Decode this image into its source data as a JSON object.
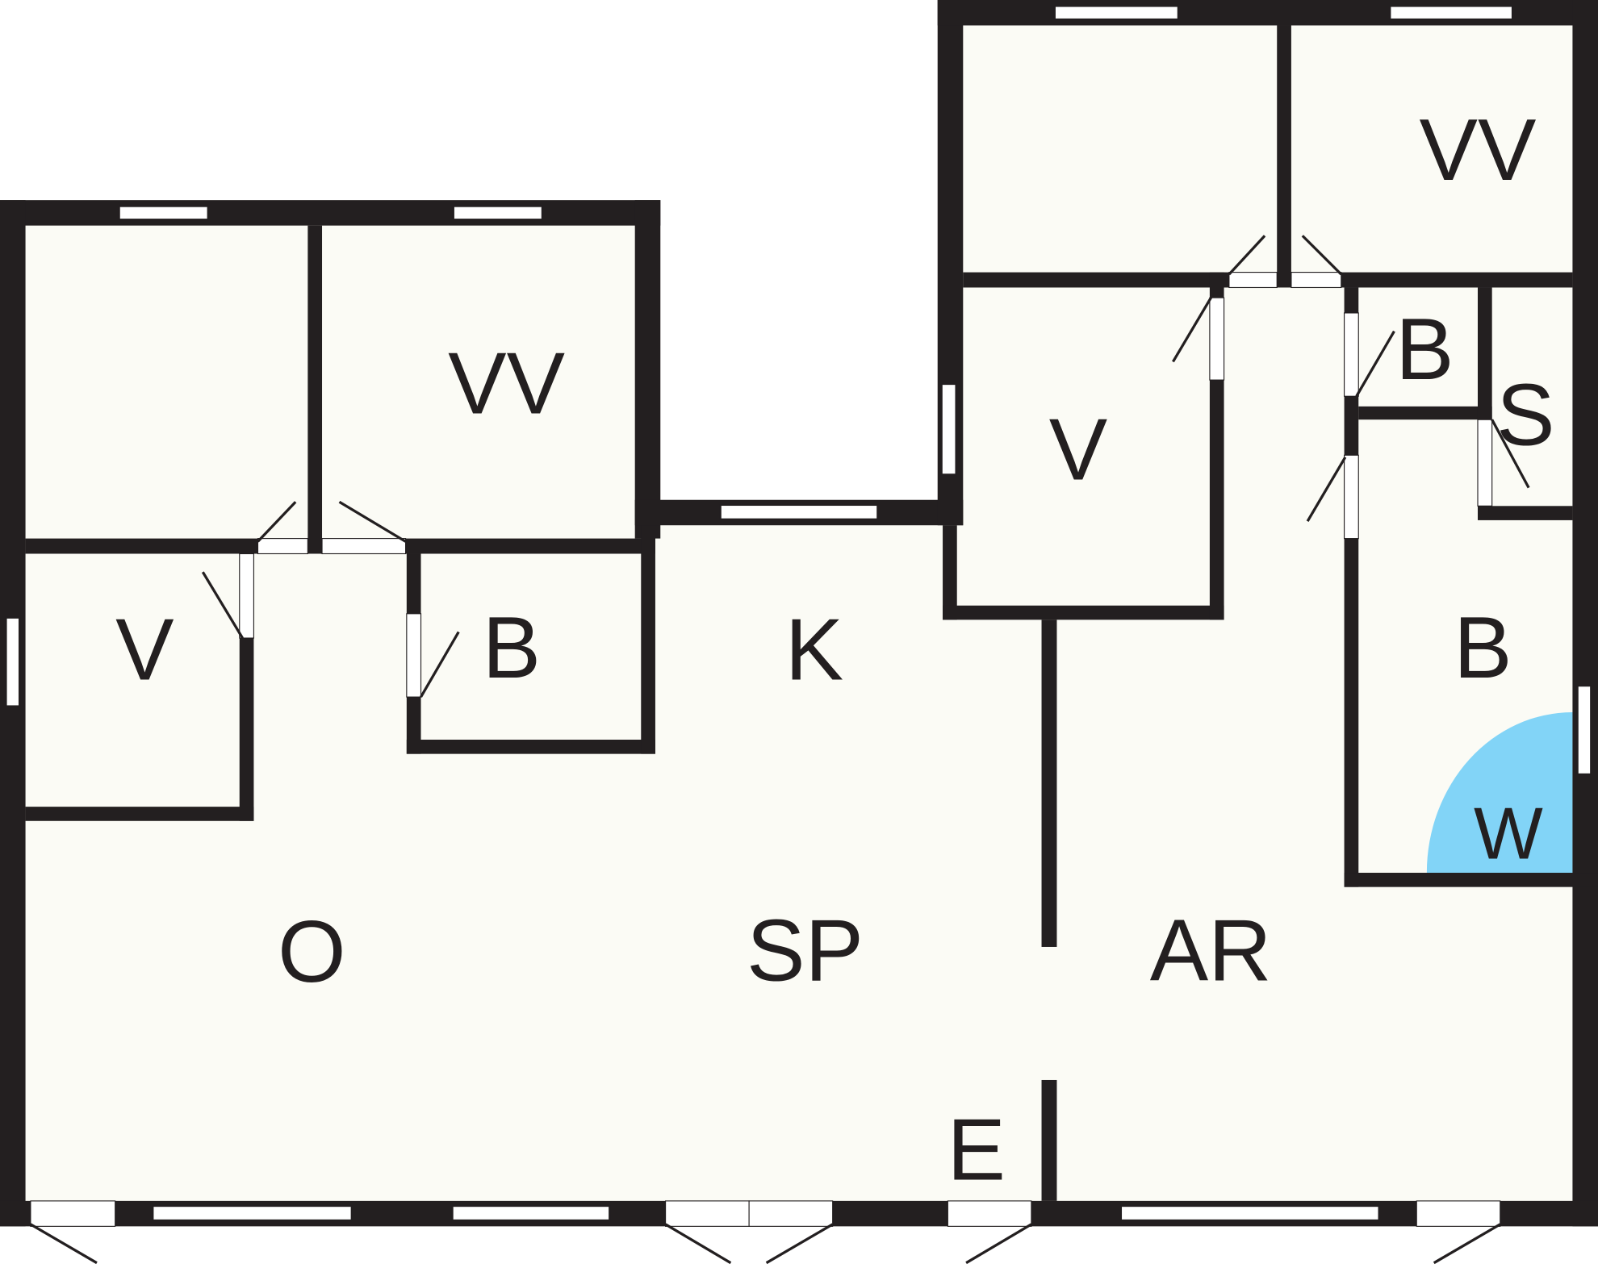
{
  "colors": {
    "wall": "#231f20",
    "floor": "#fbfbf5",
    "background": "#ffffff",
    "window": "#ffffff",
    "wet_area": "#82d4f7"
  },
  "rooms": [
    {
      "label": "VV"
    },
    {
      "label": "V"
    },
    {
      "label": "B"
    },
    {
      "label": "K"
    },
    {
      "label": "O"
    },
    {
      "label": "SP"
    },
    {
      "label": "AR"
    },
    {
      "label": "E"
    },
    {
      "label": "V"
    },
    {
      "label": "VV"
    },
    {
      "label": "B"
    },
    {
      "label": "S"
    },
    {
      "label": "B"
    },
    {
      "label": "W"
    }
  ]
}
